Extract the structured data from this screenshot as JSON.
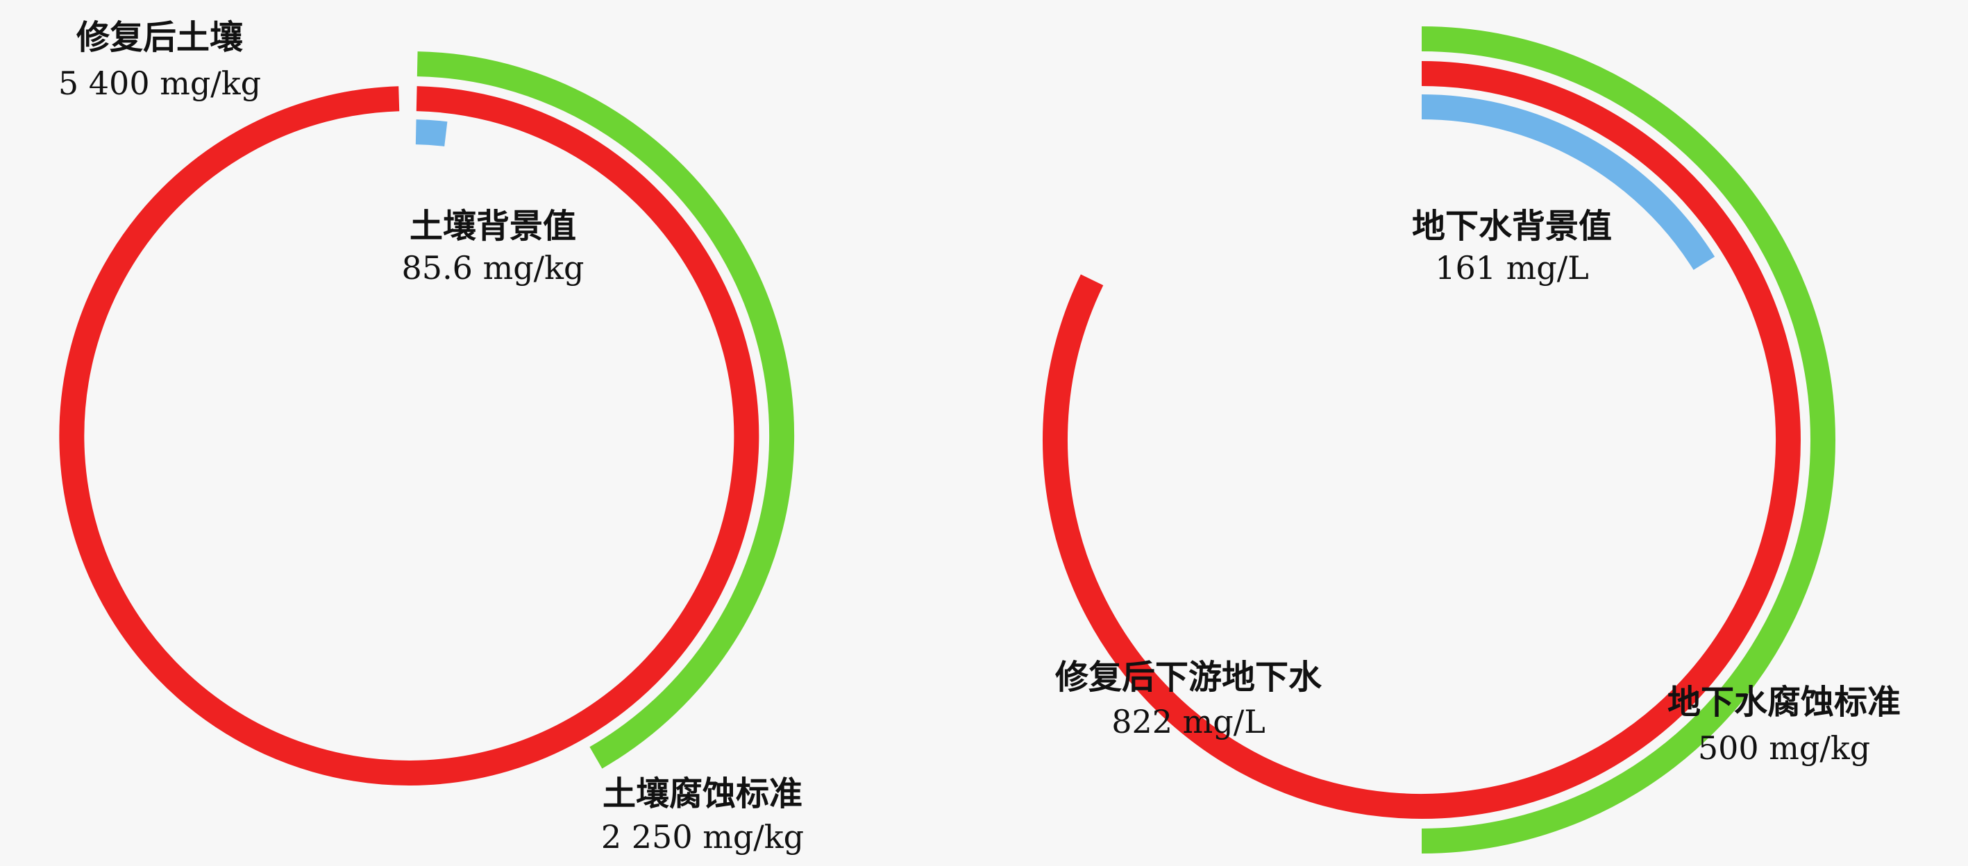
{
  "chart_data": [
    {
      "type": "radial-bar",
      "title": "",
      "series": [
        {
          "label": "修复后土壤",
          "value_text": "5 400 mg/kg",
          "value": 5400,
          "color": "#ee2222"
        },
        {
          "label": "土壤腐蚀标准",
          "value_text": "2 250 mg/kg",
          "value": 2250,
          "color": "#6dd433"
        },
        {
          "label": "土壤背景值",
          "value_text": "85.6 mg/kg",
          "value": 85.6,
          "color": "#6fb4ea"
        }
      ]
    },
    {
      "type": "radial-bar",
      "title": "",
      "series": [
        {
          "label": "修复后下游地下水",
          "value_text": "822 mg/L",
          "value": 822,
          "color": "#ee2222"
        },
        {
          "label": "地下水腐蚀标准",
          "value_text": "500 mg/kg",
          "value": 500,
          "color": "#6dd433"
        },
        {
          "label": "地下水背景值",
          "value_text": "161 mg/L",
          "value": 161,
          "color": "#6fb4ea"
        }
      ]
    }
  ],
  "colors": {
    "red": "#ee2222",
    "green": "#6dd433",
    "blue": "#6fb4ea",
    "background": "#f7f7f7"
  }
}
